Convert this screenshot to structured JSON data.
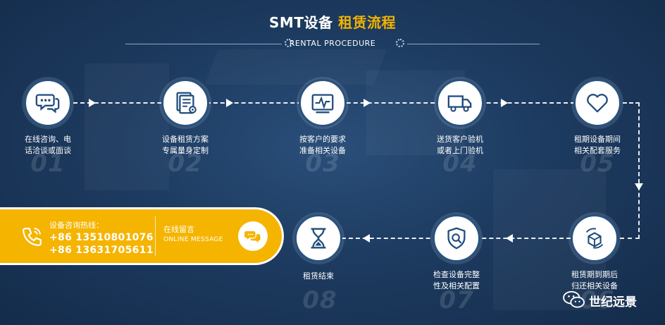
{
  "header": {
    "title_white": "SMT设备",
    "title_yellow": "租赁流程",
    "subtitle": "RENTAL PROCEDURE"
  },
  "colors": {
    "background": "#1d3b60",
    "accent_yellow": "#f5b400",
    "icon_blue": "#1f4c7d",
    "white": "#ffffff"
  },
  "steps": [
    {
      "num": "01",
      "label": [
        "在线咨询、电",
        "话洽谈或面谈"
      ],
      "icon": "chat-bubbles-icon"
    },
    {
      "num": "02",
      "label": [
        "设备租赁方案",
        "专属量身定制"
      ],
      "icon": "document-gear-icon"
    },
    {
      "num": "03",
      "label": [
        "按客户的要求",
        "准备相关设备"
      ],
      "icon": "monitor-pulse-icon"
    },
    {
      "num": "04",
      "label": [
        "送货客户验机",
        "或者上门验机"
      ],
      "icon": "delivery-truck-icon"
    },
    {
      "num": "05",
      "label": [
        "租期设备期间",
        "相关配套服务"
      ],
      "icon": "heart-icon"
    },
    {
      "num": "06",
      "label": [
        "租赁期到期后",
        "归还相关设备"
      ],
      "icon": "return-box-icon"
    },
    {
      "num": "07",
      "label": [
        "检查设备完整",
        "性及相关配置"
      ],
      "icon": "shield-search-icon"
    },
    {
      "num": "08",
      "label": [
        "租赁结束"
      ],
      "icon": "hourglass-icon"
    }
  ],
  "hotline": {
    "title": "设备咨询热线：",
    "numbers": [
      "+86 13510801076",
      "+86 13631705611"
    ],
    "message_title": "在线留言",
    "message_subtitle": "ONLINE MESSAGE",
    "icon": "phone-icon",
    "message_icon": "message-bubbles-icon"
  },
  "watermark": {
    "text": "世纪远景",
    "icon": "wechat-icon"
  }
}
